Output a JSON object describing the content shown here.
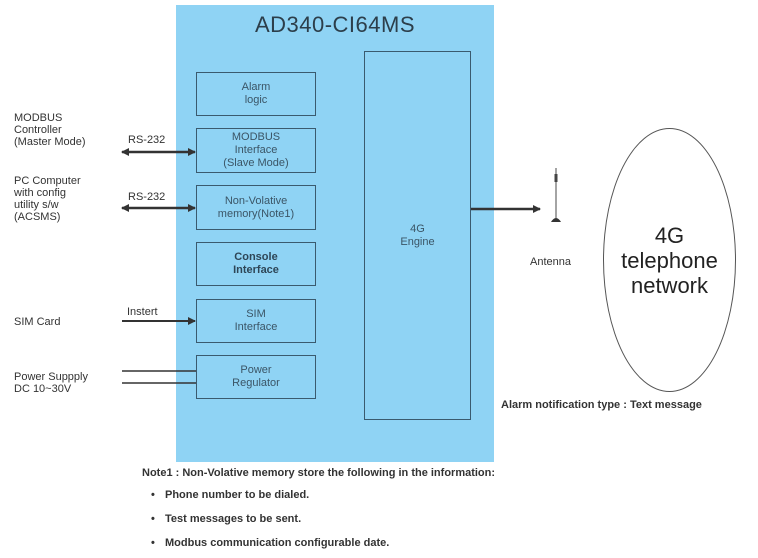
{
  "device": {
    "title": "AD340-CI64MS",
    "modules": [
      {
        "id": "alarm-logic",
        "lines": [
          "Alarm",
          "logic"
        ],
        "bold": false
      },
      {
        "id": "modbus-interface",
        "lines": [
          "MODBUS",
          "Interface",
          "(Slave Mode)"
        ],
        "bold": false
      },
      {
        "id": "non-volatile-memory",
        "lines": [
          "Non-Volative",
          "memory(Note1)"
        ],
        "bold": false
      },
      {
        "id": "console-interface",
        "lines": [
          "Console",
          "Interface"
        ],
        "bold": true
      },
      {
        "id": "sim-interface",
        "lines": [
          "SIM",
          "Interface"
        ],
        "bold": false
      },
      {
        "id": "power-regulator",
        "lines": [
          "Power",
          "Regulator"
        ],
        "bold": false
      }
    ],
    "engine": {
      "lines": [
        "4G",
        "Engine"
      ]
    }
  },
  "external": {
    "modbus_controller": [
      "MODBUS",
      "Controller",
      "(Master Mode)"
    ],
    "pc_computer": [
      "PC Computer",
      "with config",
      "utility s/w",
      "(ACSMS)"
    ],
    "sim_card": "SIM Card",
    "power_supply": [
      "Power Suppply",
      "DC 10~30V"
    ]
  },
  "connections": {
    "modbus_link": "RS-232",
    "pc_link": "RS-232",
    "sim_link": "Instert"
  },
  "antenna_label": "Antenna",
  "network": {
    "lines": [
      "4G",
      "telephone",
      "network"
    ]
  },
  "notification": "Alarm notification type : Text message",
  "note": {
    "heading": "Note1 : Non-Volative memory store the following in the information:",
    "bullet_symbol": "•",
    "items": [
      "Phone number to be dialed.",
      "Test messages to be sent.",
      "Modbus communication configurable date."
    ]
  },
  "colors": {
    "panel": "#8fd3f4",
    "border": "#3a5a6e",
    "arrow": "#333333"
  }
}
